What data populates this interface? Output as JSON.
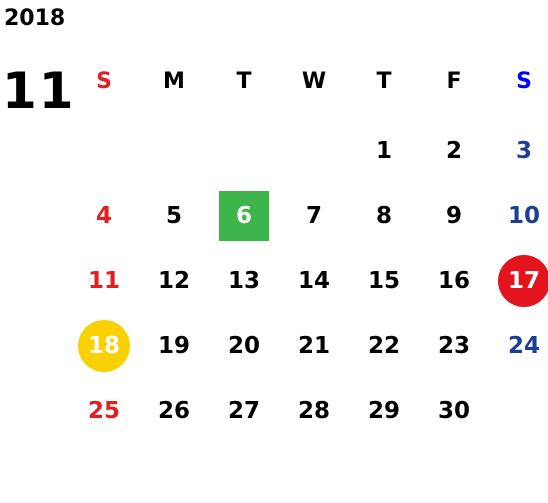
{
  "calendar": {
    "year": "2018",
    "month": "11",
    "weekdays": [
      "S",
      "M",
      "T",
      "W",
      "T",
      "F",
      "S"
    ],
    "weeks": [
      [
        "",
        "",
        "",
        "",
        "1",
        "2",
        "3"
      ],
      [
        "4",
        "5",
        "6",
        "7",
        "8",
        "9",
        "10"
      ],
      [
        "11",
        "12",
        "13",
        "14",
        "15",
        "16",
        "17"
      ],
      [
        "18",
        "19",
        "20",
        "21",
        "22",
        "23",
        "24"
      ],
      [
        "25",
        "26",
        "27",
        "28",
        "29",
        "30",
        ""
      ]
    ],
    "highlights": [
      {
        "day": "6",
        "style": "green-square"
      },
      {
        "day": "17",
        "style": "red-circle"
      },
      {
        "day": "18",
        "style": "yellow-circle"
      }
    ],
    "colors": {
      "sunday": "#e02020",
      "saturday": "#1a3f93",
      "saturday_header": "#0000ff",
      "green": "#3db54a",
      "red": "#e3141e",
      "yellow": "#f9d100"
    }
  }
}
